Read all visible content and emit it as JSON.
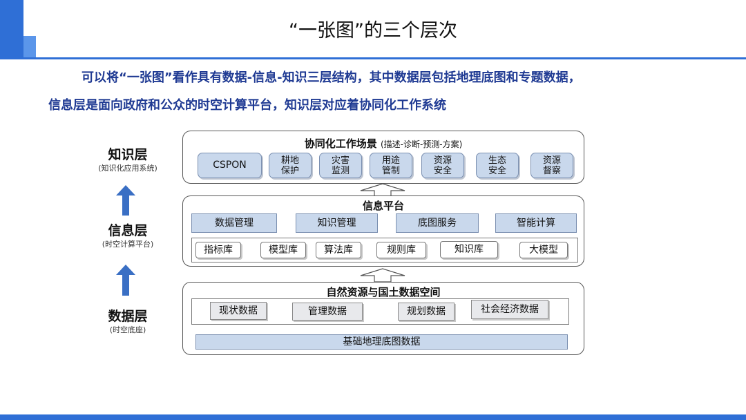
{
  "slide": {
    "title": "“一张图”的三个层次",
    "intro_line1": "可以将“一张图”看作具有数据-信息-知识三层结构，其中数据层包括地理底图和专题数据，",
    "intro_line2": "信息层是面向政府和公众的时空计算平台，知识层对应着协同化工作系统"
  },
  "side_labels": [
    {
      "main": "知识层",
      "sub": "(知识化应用系统)"
    },
    {
      "main": "信息层",
      "sub": "(时空计算平台)"
    },
    {
      "main": "数据层",
      "sub": "(时空底座)"
    }
  ],
  "knowledge_layer": {
    "title": "协同化工作场景",
    "title_paren": "(描述-诊断-预测-方案)",
    "items": [
      "CSPON",
      "耕地\n保护",
      "灾害\n监测",
      "用途\n管制",
      "资源\n安全",
      "生态\n安全",
      "资源\n督察"
    ]
  },
  "information_layer": {
    "title": "信息平台",
    "services": [
      "数据管理",
      "知识管理",
      "底图服务",
      "智能计算"
    ],
    "libraries": [
      "指标库",
      "模型库",
      "算法库",
      "规则库",
      "知识库",
      "大模型"
    ]
  },
  "data_layer": {
    "title": "自然资源与国土数据空间",
    "thematic": [
      "现状数据",
      "管理数据",
      "规划数据",
      "社会经济数据"
    ],
    "base": "基础地理底图数据"
  },
  "colors": {
    "accent": "#2f6fd6",
    "intro_text": "#1f3a93",
    "chip_blue": "#c9d8ec",
    "side_arrow": "#3a6fc4"
  },
  "icons": [
    "arrow-up-icon",
    "hollow-arrow-up-icon"
  ]
}
